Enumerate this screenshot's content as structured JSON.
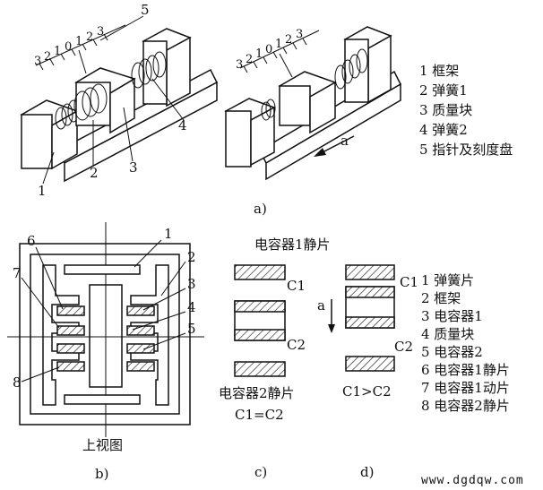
{
  "panel_a": {
    "scale1": [
      "3",
      "2",
      "1",
      "0",
      "1",
      "2",
      "3"
    ],
    "scale2": [
      "3",
      "2",
      "1",
      "0",
      "1",
      "2",
      "3"
    ],
    "callouts": [
      "5",
      "4",
      "3",
      "2",
      "1"
    ],
    "accel_label": "a",
    "caption": "a)",
    "legend": [
      "1 框架",
      "2 弹簧1",
      "3 质量块",
      "4 弹簧2",
      "5 指针及刻度盘"
    ]
  },
  "panel_b": {
    "callouts": [
      "6",
      "1",
      "2",
      "7",
      "3",
      "4",
      "5",
      "8"
    ],
    "view_label": "上视图",
    "caption": "b)"
  },
  "panel_c": {
    "top_label": "电容器1静片",
    "c1": "C1",
    "c2": "C2",
    "bottom_label": "电容器2静片",
    "relation": "C1=C2",
    "caption": "c)"
  },
  "panel_d": {
    "c1": "C1",
    "c2": "C2",
    "accel_label": "a",
    "relation": "C1>C2",
    "caption": "d)"
  },
  "legend_bd": [
    "1 弹簧片",
    "2 框架",
    "3 电容器1",
    "4 质量块",
    "5 电容器2",
    "6 电容器1静片",
    "7 电容器1动片",
    "8 电容器2静片"
  ],
  "watermark": "www.dgdqw.com"
}
